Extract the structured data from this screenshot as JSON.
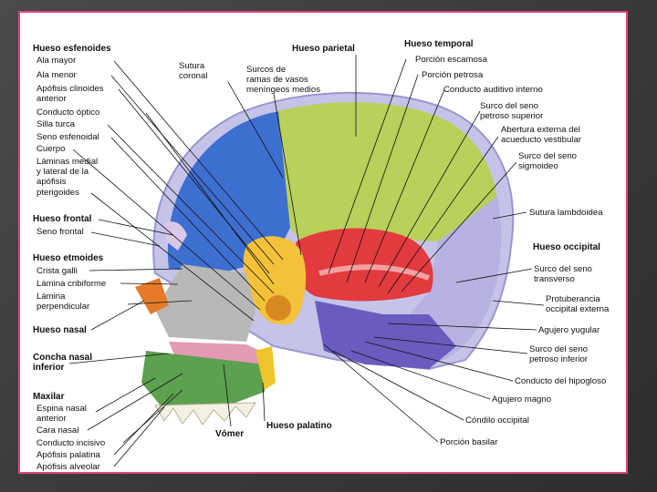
{
  "labels": {
    "esfenoides": "Hueso esfenoides",
    "ala_mayor": "Ala mayor",
    "ala_menor": "Ala menor",
    "clinoides": "Apófisis clinoides",
    "clinoides2": "anterior",
    "optico": "Conducto óptico",
    "silla": "Silla turca",
    "seno_esf": "Seno esfenoidal",
    "cuerpo": "Cuerpo",
    "laminas1": "Láminas medial",
    "laminas2": "y lateral de la",
    "laminas3": "apófisis",
    "laminas4": "pterigoides",
    "frontal": "Hueso frontal",
    "seno_frontal": "Seno frontal",
    "etmoides": "Hueso etmoides",
    "crista": "Crista galli",
    "cribiforme": "Lámina cribiforme",
    "perp1": "Lámina",
    "perp2": "perpendicular",
    "nasal": "Hueso nasal",
    "concha1": "Concha nasal",
    "concha2": "inferior",
    "maxilar": "Maxilar",
    "espina1": "Espina nasal",
    "espina2": "anterior",
    "cara_nasal": "Cara nasal",
    "incisivo": "Conducto incisivo",
    "palatina": "Apófisis palatina",
    "alveolar": "Apófisis alveolar",
    "vomer": "Vómer",
    "palatino": "Hueso palatino",
    "sutura_cor1": "Sutura",
    "sutura_cor2": "coronal",
    "surcos1": "Surcos de",
    "surcos2": "ramas de vasos",
    "surcos3": "meníngeos medios",
    "parietal": "Hueso parietal",
    "temporal": "Hueso temporal",
    "escamosa": "Porción escamosa",
    "petrosa": "Porción petrosa",
    "auditivo": "Conducto auditivo interno",
    "petroso_sup1": "Surco del seno",
    "petroso_sup2": "petroso superior",
    "vestibular1": "Abertura externa del",
    "vestibular2": "acueducto vestibular",
    "sigmoideo1": "Surco del seno",
    "sigmoideo2": "sigmoideo",
    "lambdoidea": "Sutura lambdoidea",
    "occipital": "Hueso occipital",
    "transverso1": "Surco del seno",
    "transverso2": "transverso",
    "protub1": "Protuberancia",
    "protub2": "occipital externa",
    "yugular": "Agujero yugular",
    "petroso_inf1": "Surco del seno",
    "petroso_inf2": "petroso inferior",
    "hipogloso": "Conducto del hipogloso",
    "magno": "Agujero magno",
    "condilo": "Cóndilo occipital",
    "basilar": "Porción basilar"
  }
}
